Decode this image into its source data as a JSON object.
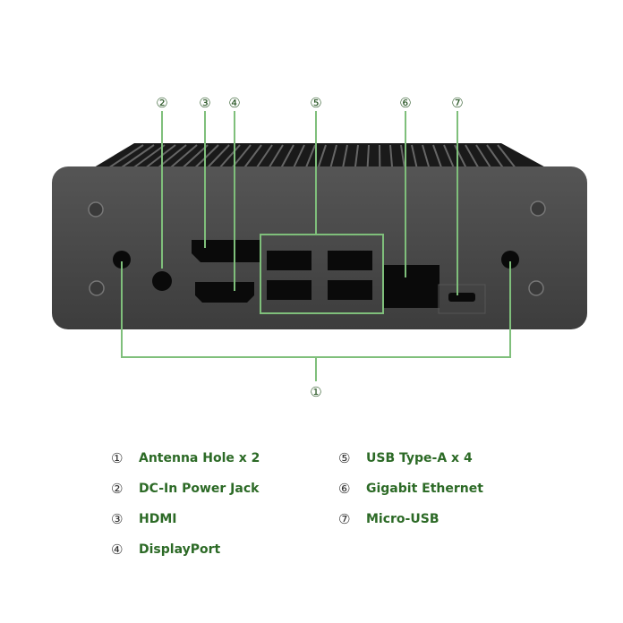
{
  "callouts": {
    "c1": "①",
    "c2": "②",
    "c3": "③",
    "c4": "④",
    "c5": "⑤",
    "c6": "⑥",
    "c7": "⑦"
  },
  "legend": [
    {
      "num": "①",
      "label": "Antenna Hole x 2"
    },
    {
      "num": "②",
      "label": "DC-In Power Jack"
    },
    {
      "num": "③",
      "label": "HDMI"
    },
    {
      "num": "④",
      "label": "DisplayPort"
    },
    {
      "num": "⑤",
      "label": "USB Type-A x 4"
    },
    {
      "num": "⑥",
      "label": "Gigabit Ethernet"
    },
    {
      "num": "⑦",
      "label": "Micro-USB"
    }
  ],
  "colors": {
    "line": "#7fbf7b",
    "text": "#2c6a26",
    "case": "#4a4a4a"
  }
}
